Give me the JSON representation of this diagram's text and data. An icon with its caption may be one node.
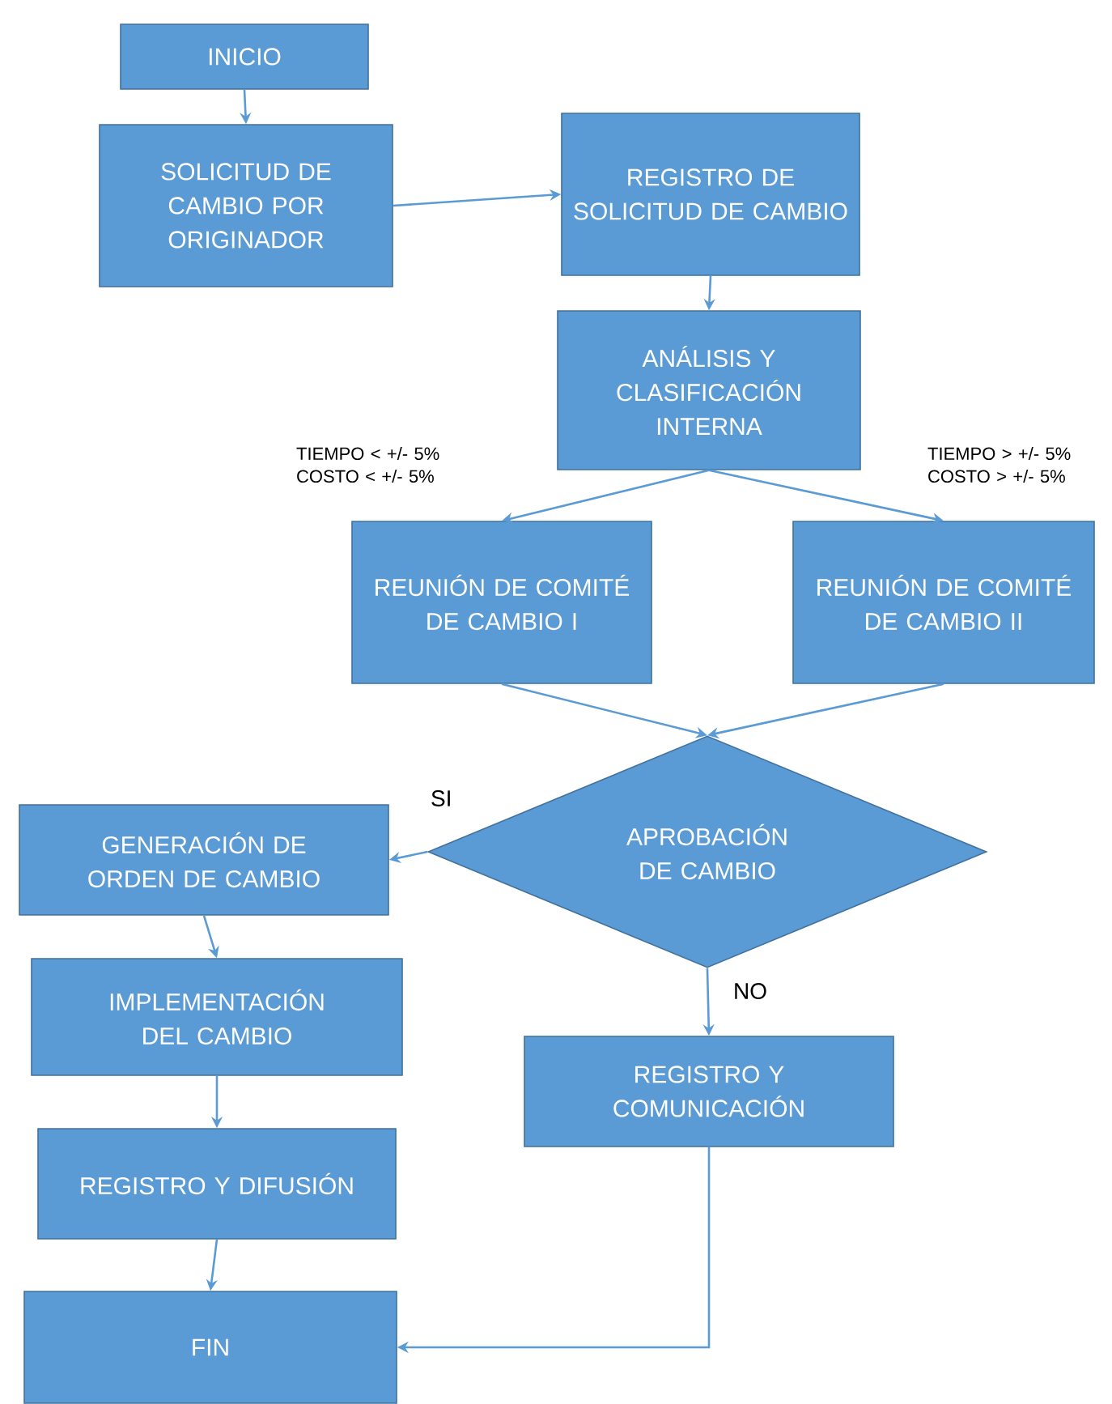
{
  "diagram": {
    "nodes": [
      {
        "text": [
          "INICIO"
        ]
      },
      {
        "text": [
          "SOLICITUD DE CAMBIO POR ORIGINADOR"
        ]
      },
      {
        "text": [
          "REGISTRO DE SOLICITUD DE CAMBIO"
        ]
      },
      {
        "text": [
          "ANÁLISIS Y CLASIFICACIÓN INTERNA"
        ]
      },
      {
        "text": [
          "REUNIÓN DE COMITÉ DE CAMBIO I"
        ]
      },
      {
        "text": [
          "REUNIÓN DE COMITÉ DE CAMBIO II"
        ]
      },
      {
        "text": [
          "APROBACIÓN DE CAMBIO"
        ]
      },
      {
        "text": [
          "GENERACIÓN DE ORDEN DE CAMBIO"
        ]
      },
      {
        "text": [
          "IMPLEMENTACIÓN DEL CAMBIO"
        ]
      },
      {
        "text": [
          "REGISTRO Y DIFUSIÓN"
        ]
      },
      {
        "text": [
          "REGISTRO Y COMUNICACIÓN"
        ]
      },
      {
        "text": [
          "FIN"
        ]
      }
    ],
    "edges": [
      {
        "from": 0,
        "to": 1,
        "arrow": "to"
      },
      {
        "from": 1,
        "to": 2,
        "arrow": "to"
      },
      {
        "from": 2,
        "to": 3,
        "arrow": "to"
      },
      {
        "from": 3,
        "to": 4,
        "arrow": "to",
        "label": "TIEMPO < +/- 5% COSTO < +/- 5%"
      },
      {
        "from": 3,
        "to": 5,
        "arrow": "to",
        "label": "TIEMPO > +/- 5% COSTO > +/- 5%"
      },
      {
        "from": 4,
        "to": 6,
        "arrow": "to"
      },
      {
        "from": 5,
        "to": 6,
        "arrow": "to"
      },
      {
        "from": 6,
        "to": 7,
        "arrow": "to",
        "label": "SI"
      },
      {
        "from": 6,
        "to": 10,
        "arrow": "to",
        "label": "NO"
      },
      {
        "from": 7,
        "to": 8,
        "arrow": "to"
      },
      {
        "from": 8,
        "to": 9,
        "arrow": "to"
      },
      {
        "from": 9,
        "to": 11,
        "arrow": "to"
      },
      {
        "from": 10,
        "to": 11,
        "arrow": "to"
      }
    ]
  }
}
